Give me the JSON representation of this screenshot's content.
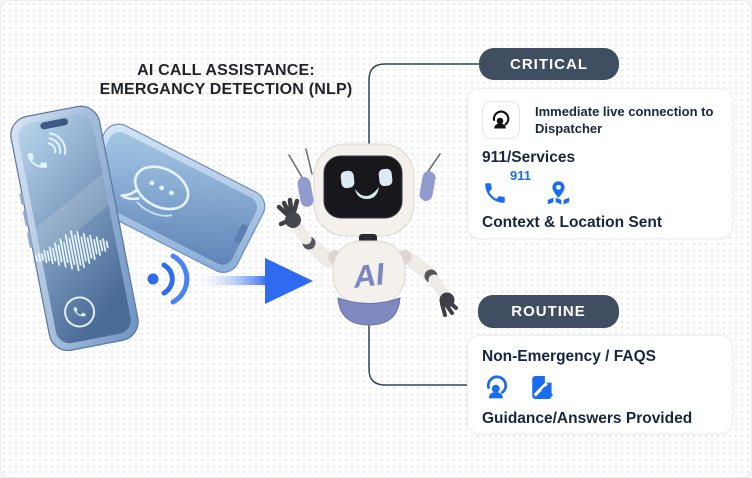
{
  "diagram": {
    "title_line1": "AI CALL ASSISTANCE:",
    "title_line2": "EMERGANCY DETECTION (NLP)"
  },
  "robot": {
    "chest_label": "AI"
  },
  "phones": {
    "icons": [
      "ringing-phone-icon",
      "voice-waveform-icon",
      "phone-circle-icon",
      "chat-bubble-icon",
      "sound-wave-icon",
      "flow-arrow-icon"
    ]
  },
  "critical": {
    "pill_label": "CRITICAL",
    "connection_text": "Immediate live connection to Dispatcher",
    "services_heading": "911/Services",
    "phone_label": "911",
    "footer": "Context & Location Sent",
    "icons": [
      "dispatcher-headset-icon",
      "phone-call-icon",
      "map-location-icon"
    ]
  },
  "routine": {
    "pill_label": "ROUTINE",
    "heading": "Non-Emergency / FAQS",
    "footer": "Guidance/Answers Provided",
    "icons": [
      "support-agent-icon",
      "document-pen-icon"
    ]
  },
  "colors": {
    "accent_blue": "#1a6cf0",
    "pill_dark": "#404e61",
    "text_navy": "#17263f",
    "connector": "#2f4257",
    "robot_lavender": "#8a93c8"
  }
}
